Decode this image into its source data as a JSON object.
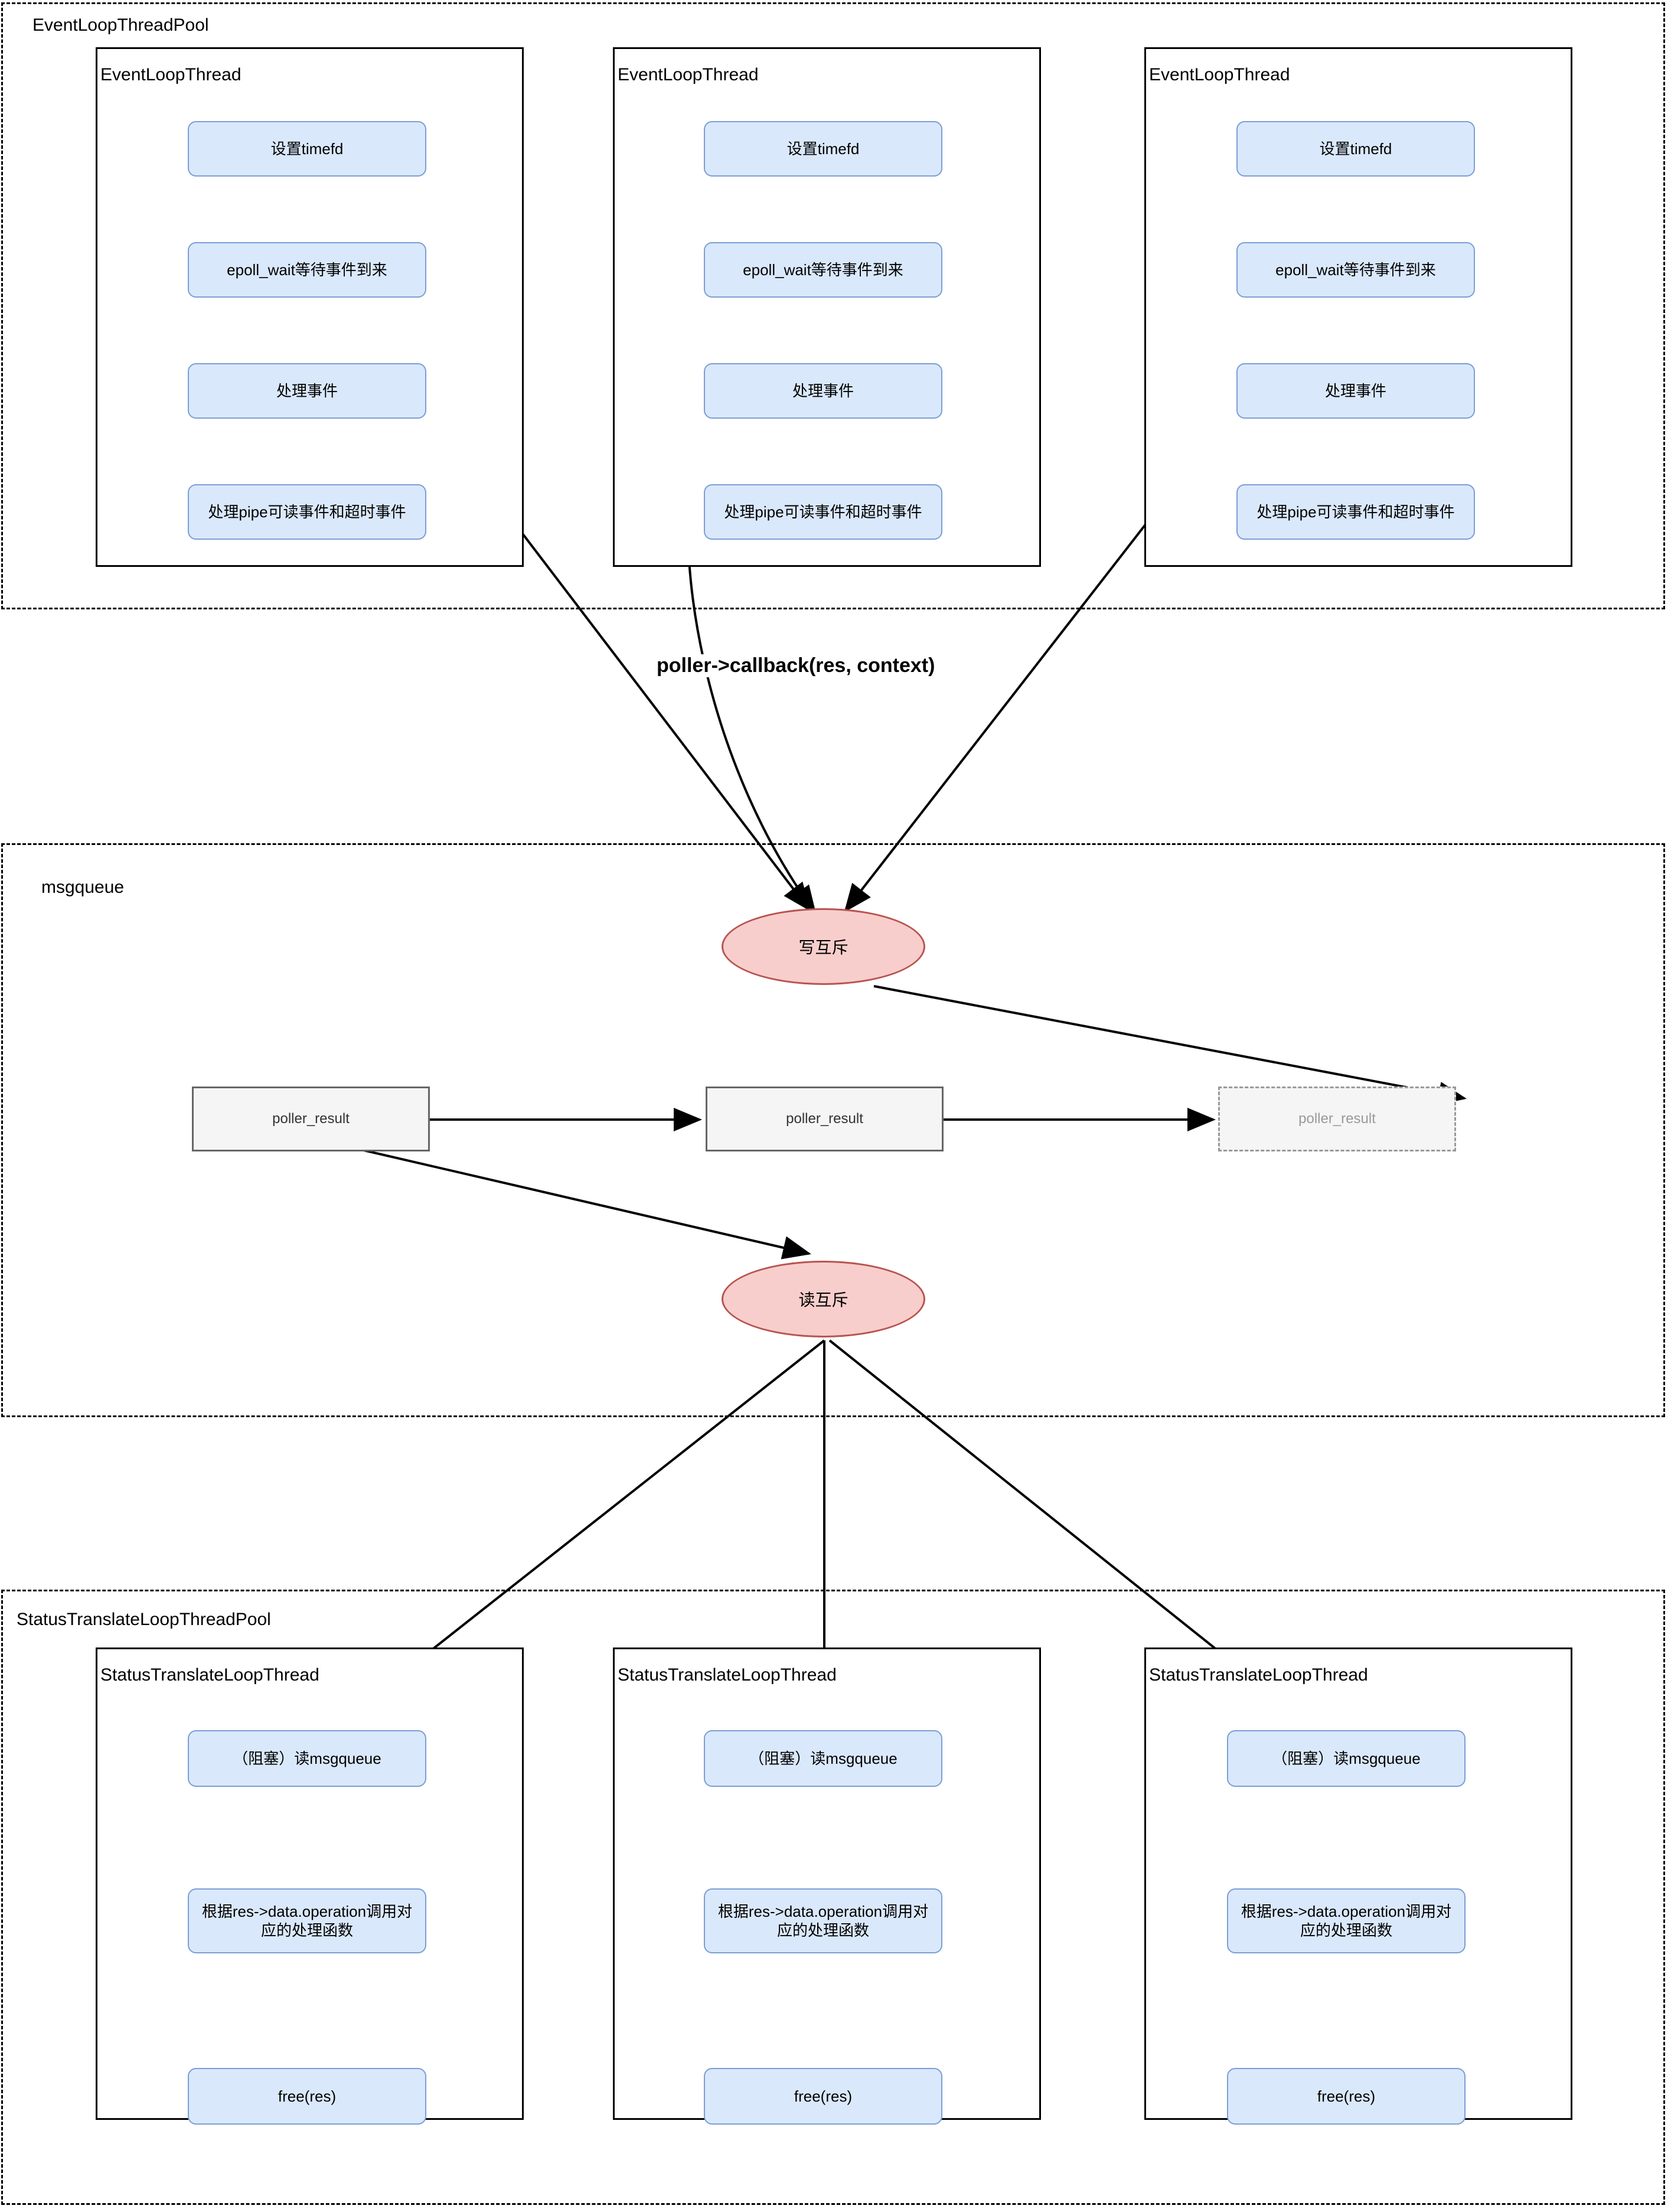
{
  "diagram": {
    "title_text_style": "flowchart",
    "colors": {
      "process_fill": "#dae8fc",
      "process_stroke": "#7a9fd4",
      "mutex_fill": "#f8cecc",
      "mutex_stroke": "#b85450",
      "data_fill": "#f5f5f5",
      "data_stroke": "#666666",
      "data_ghost_stroke": "#999999",
      "container_stroke": "#000000",
      "edge_stroke": "#000000"
    },
    "pools": [
      {
        "id": "eventloop-pool",
        "label": "EventLoopThreadPool"
      },
      {
        "id": "msgqueue-pool",
        "label": "msgqueue"
      },
      {
        "id": "status-pool",
        "label": "StatusTranslateLoopThreadPool"
      }
    ],
    "eventloop_threads": [
      {
        "label": "EventLoopThread",
        "steps": [
          "设置timefd",
          "epoll_wait等待事件到来",
          "处理事件",
          "处理pipe可读事件和超时事件"
        ]
      },
      {
        "label": "EventLoopThread",
        "steps": [
          "设置timefd",
          "epoll_wait等待事件到来",
          "处理事件",
          "处理pipe可读事件和超时事件"
        ]
      },
      {
        "label": "EventLoopThread",
        "steps": [
          "设置timefd",
          "epoll_wait等待事件到来",
          "处理事件",
          "处理pipe可读事件和超时事件"
        ]
      }
    ],
    "status_threads": [
      {
        "label": "StatusTranslateLoopThread",
        "steps": [
          "（阻塞）读msgqueue",
          "根据res->data.operation调用对应的处理函数",
          "free(res)"
        ]
      },
      {
        "label": "StatusTranslateLoopThread",
        "steps": [
          "（阻塞）读msgqueue",
          "根据res->data.operation调用对应的处理函数",
          "free(res)"
        ]
      },
      {
        "label": "StatusTranslateLoopThread",
        "steps": [
          "（阻塞）读msgqueue",
          "根据res->data.operation调用对应的处理函数",
          "free(res)"
        ]
      }
    ],
    "mutexes": [
      {
        "id": "write-mutex",
        "label": "写互斥"
      },
      {
        "id": "read-mutex",
        "label": "读互斥"
      }
    ],
    "queue_nodes": [
      {
        "label": "poller_result",
        "ghost": false
      },
      {
        "label": "poller_result",
        "ghost": false
      },
      {
        "label": "poller_result",
        "ghost": true
      }
    ],
    "edge_labels": [
      {
        "id": "callback-label",
        "text": "poller->callback(res, context)"
      }
    ]
  }
}
